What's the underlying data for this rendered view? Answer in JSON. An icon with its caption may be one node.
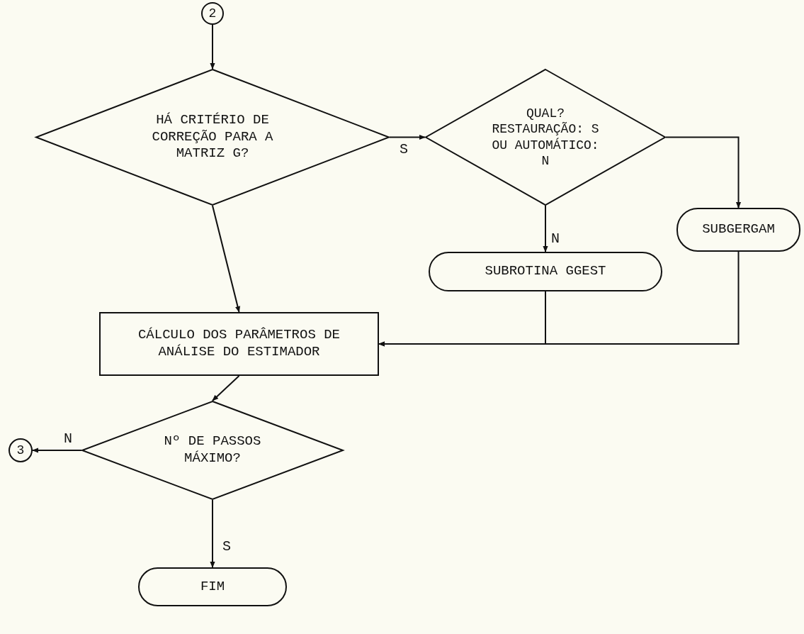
{
  "diagram": {
    "nodes": [
      {
        "text": [
          "2"
        ]
      },
      {
        "text": [
          "HÁ CRITÉRIO DE CORREÇÃO PARA A MATRIZ G?"
        ]
      },
      {
        "text": [
          "QUAL? RESTAURAÇÃO: S OU AUTOMÁTICO: N"
        ]
      },
      {
        "text": [
          "SUBGERGAM"
        ]
      },
      {
        "text": [
          "SUBROTINA GGEST"
        ]
      },
      {
        "text": [
          "CÁLCULO DOS PARÂMETROS DE ANÁLISE DO ESTIMADOR"
        ]
      },
      {
        "text": [
          "Nº DE PASSOS MÁXIMO?"
        ]
      },
      {
        "text": [
          "3"
        ]
      },
      {
        "text": [
          "FIM"
        ]
      }
    ],
    "edges": [
      {
        "from": 0,
        "to": 1,
        "arrow": "to"
      },
      {
        "from": 1,
        "to": 2,
        "arrow": "to",
        "label": "S"
      },
      {
        "from": 2,
        "to": 4,
        "arrow": "to",
        "label": "N"
      },
      {
        "from": 2,
        "to": 3,
        "arrow": "to"
      },
      {
        "from": 1,
        "to": 5,
        "arrow": "to"
      },
      {
        "from": 4,
        "to": 5,
        "arrow": "to"
      },
      {
        "from": 3,
        "to": 5,
        "arrow": "to"
      },
      {
        "from": 5,
        "to": 6,
        "arrow": "to"
      },
      {
        "from": 6,
        "to": 7,
        "arrow": "to",
        "label": "N"
      },
      {
        "from": 6,
        "to": 8,
        "arrow": "to",
        "label": "S"
      }
    ]
  }
}
